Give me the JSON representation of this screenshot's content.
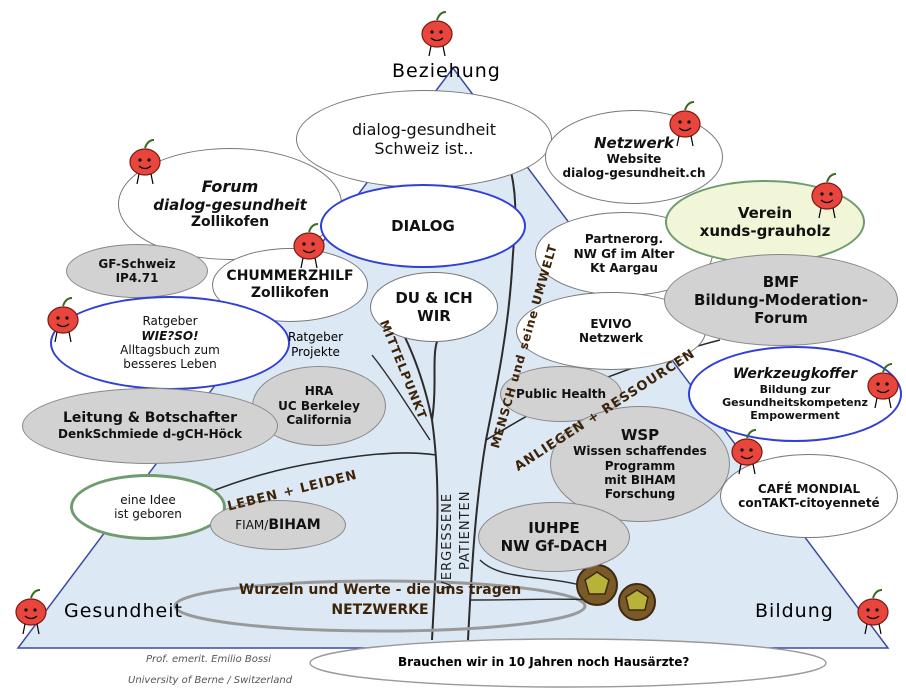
{
  "corner_labels": {
    "top": "Beziehung",
    "left": "Gesundheit",
    "right": "Bildung"
  },
  "nodes": {
    "center_title": [
      "dialog-gesundheit",
      "Schweiz ist.."
    ],
    "netzwerk": [
      "Netzwerk",
      "Website",
      "dialog-gesundheit.ch"
    ],
    "forum": [
      "Forum",
      "dialog-gesundheit",
      "Zollikofen"
    ],
    "dialog": "DIALOG",
    "partnerorg": [
      "Partnerorg.",
      "NW Gf im Alter",
      "Kt Aargau"
    ],
    "verein": [
      "Verein",
      "xunds-grauholz"
    ],
    "gf_schweiz": [
      "GF-Schweiz",
      "IP4.71"
    ],
    "chummerzhilf": [
      "CHUMMERZHILF",
      "Zollikofen"
    ],
    "du_ich": [
      "DU & ICH",
      "WIR"
    ],
    "evivo": [
      "EVIVO",
      "Netzwerk"
    ],
    "bmf": [
      "BMF",
      "Bildung-Moderation-",
      "Forum"
    ],
    "ratgeber_wie": [
      "Ratgeber",
      "WIE?SO!",
      "Alltagsbuch zum",
      "besseres Leben"
    ],
    "ratgeber_projekte": [
      "Ratgeber",
      "Projekte"
    ],
    "hra": [
      "HRA",
      "UC Berkeley",
      "California"
    ],
    "public_health": "Public Health",
    "werkzeugkoffer": [
      "Werkzeugkoffer",
      "Bildung zur",
      "Gesundheitskompetenz",
      "Empowerment"
    ],
    "leitung": [
      "Leitung & Botschafter",
      "DenkSchmiede d-gCH-Höck"
    ],
    "wsp": [
      "WSP",
      "Wissen schaffendes",
      "Programm",
      "mit BIHAM",
      "Forschung"
    ],
    "cafe_mondial": [
      "CAFÉ MONDIAL",
      "conTAKT-citoyenneté"
    ],
    "idee": [
      "eine Idee",
      "ist geboren"
    ],
    "fiam": [
      "FIAM/",
      "BIHAM"
    ],
    "iuhpe": [
      "IUHPE",
      "NW Gf-DACH"
    ],
    "wurzeln": [
      "Wurzeln und Werte - die uns tragen",
      "NETZWERKE"
    ],
    "question": "Brauchen wir in 10 Jahren noch Hausärzte?"
  },
  "branch_labels": {
    "mittelpunkt": "MITTELPUNKT",
    "mensch_umwelt": "MENSCH und seine UMWELT",
    "anliegen": "ANLIEGEN + RESSOURCEN",
    "leben_leiden": "LEBEN + LEIDEN",
    "vergessene": "VERGESSENE",
    "patienten": "PATIENTEN"
  },
  "credit": {
    "name": "Prof. emerit. Emilio Bossi",
    "affiliation": "University of Berne / Switzerland"
  },
  "colors": {
    "pyramid_fill": "#dde8f5",
    "pyramid_stroke": "#3a4aa0",
    "trunk": "#2b2b2b",
    "branch_text": "#3d2308",
    "gray_bubble": "#d2d2d2",
    "green_border": "#6f9b6f",
    "blue_border": "#2f3fd8",
    "apple_red": "#e8453c",
    "root_nut": "#8f8a2c"
  }
}
